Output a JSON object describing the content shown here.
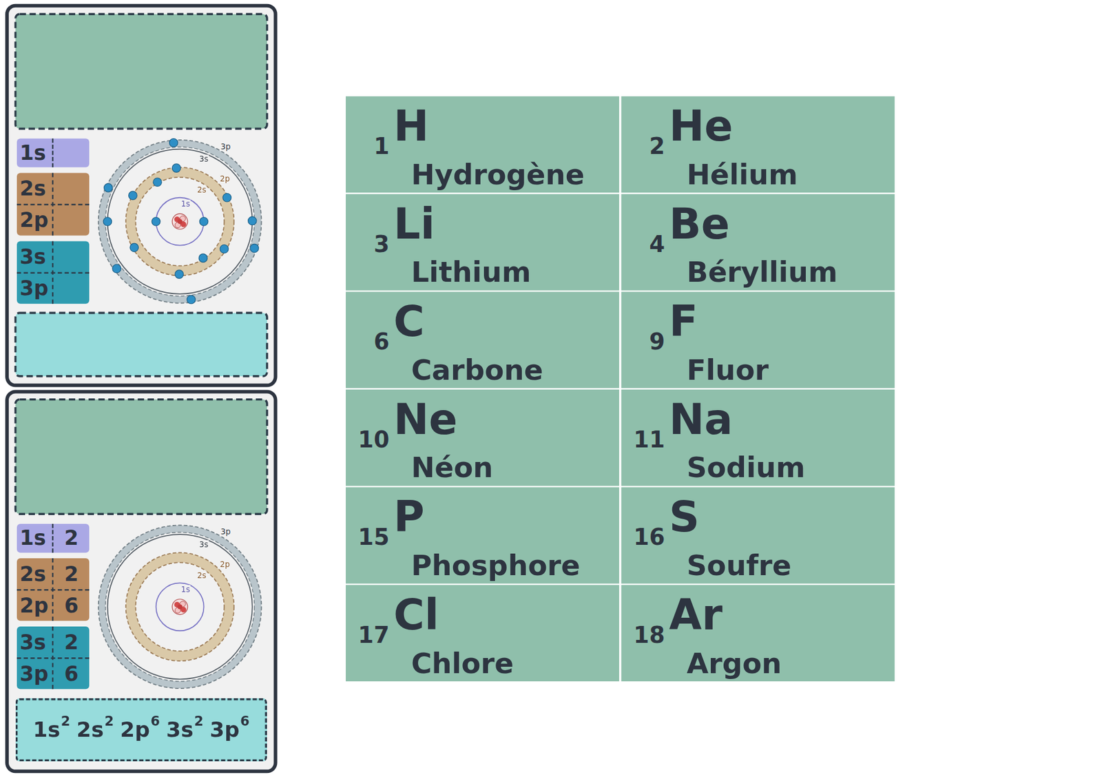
{
  "diagram": {
    "nodes": [
      {
        "text": [
          "1s"
        ]
      },
      {
        "text": [
          "2s",
          "2p"
        ]
      },
      {
        "text": [
          "3s",
          "3p"
        ]
      },
      {
        "text": [
          "1s",
          "2"
        ]
      },
      {
        "text": [
          "2s",
          "2",
          "2p",
          "6"
        ]
      },
      {
        "text": [
          "3s",
          "2",
          "3p",
          "6"
        ]
      },
      {
        "text": [
          "1s",
          "2",
          "2s",
          "2",
          "2p",
          "6",
          "3s",
          "2",
          "3p",
          "6"
        ]
      },
      {
        "text": [
          "1",
          "H",
          "Hydrogène"
        ]
      },
      {
        "text": [
          "2",
          "He",
          "Hélium"
        ]
      },
      {
        "text": [
          "3",
          "Li",
          "Lithium"
        ]
      },
      {
        "text": [
          "4",
          "Be",
          "Béryllium"
        ]
      },
      {
        "text": [
          "6",
          "C",
          "Carbone"
        ]
      },
      {
        "text": [
          "9",
          "F",
          "Fluor"
        ]
      },
      {
        "text": [
          "10",
          "Ne",
          "Néon"
        ]
      },
      {
        "text": [
          "11",
          "Na",
          "Sodium"
        ]
      },
      {
        "text": [
          "15",
          "P",
          "Phosphore"
        ]
      },
      {
        "text": [
          "16",
          "S",
          "Soufre"
        ]
      },
      {
        "text": [
          "17",
          "Cl",
          "Chlore"
        ]
      },
      {
        "text": [
          "18",
          "Ar",
          "Argon"
        ]
      }
    ],
    "labels": [
      "3p",
      "3s",
      "2p",
      "2s",
      "1s",
      "3p",
      "3s",
      "2p",
      "2s",
      "1s"
    ]
  }
}
